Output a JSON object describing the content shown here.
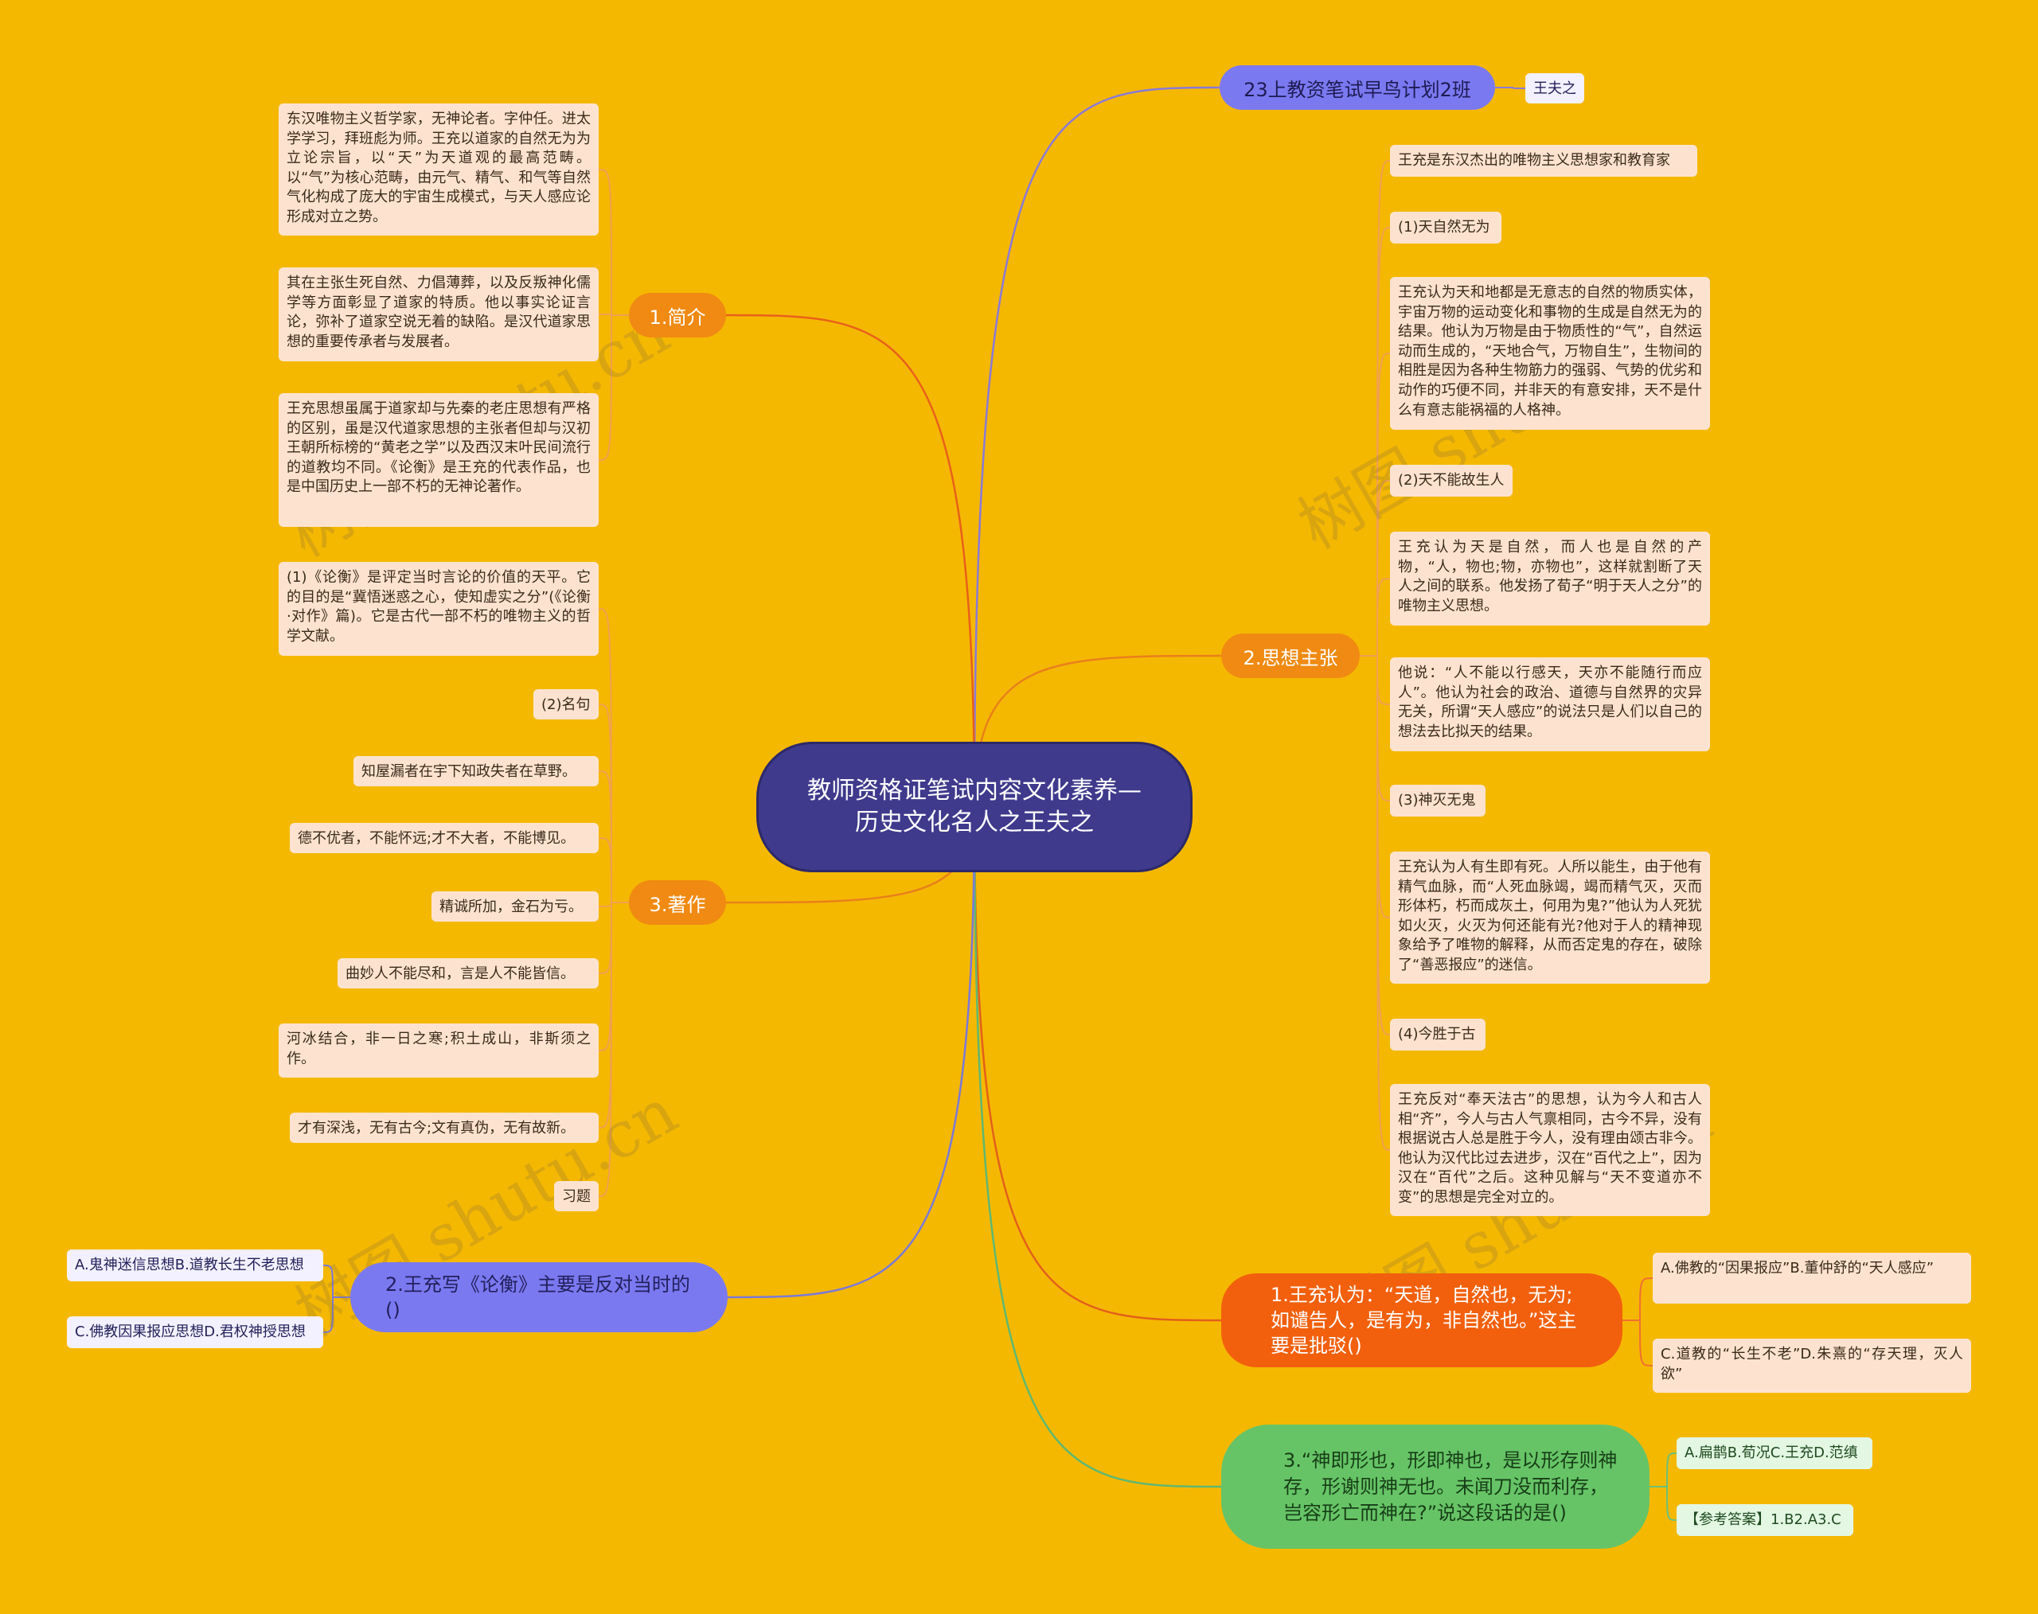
{
  "watermark": "树图 shutu.cn",
  "center": "教师资格证笔试内容文化素养—历史文化名人之王夫之",
  "top": {
    "label": "23上教资笔试早鸟计划2班",
    "tag": "王夫之"
  },
  "intro": {
    "label": "1.简介",
    "items": [
      "东汉唯物主义哲学家，无神论者。字仲任。进太学学习，拜班彪为师。王充以道家的自然无为为立论宗旨，以“天”为天道观的最高范畴。以“气”为核心范畴，由元气、精气、和气等自然气化构成了庞大的宇宙生成模式，与天人感应论形成对立之势。",
      "其在主张生死自然、力倡薄葬，以及反叛神化儒学等方面彰显了道家的特质。他以事实论证言论，弥补了道家空说无着的缺陷。是汉代道家思想的重要传承者与发展者。",
      "王充思想虽属于道家却与先秦的老庄思想有严格的区别，虽是汉代道家思想的主张者但却与汉初王朝所标榜的“黄老之学”以及西汉末叶民间流行的道教均不同。《论衡》是王充的代表作品，也是中国历史上一部不朽的无神论著作。"
    ]
  },
  "works": {
    "label": "3.著作",
    "items": [
      "(1)《论衡》是评定当时言论的价值的天平。它的目的是“冀悟迷惑之心，使知虚实之分”(《论衡·对作》篇)。它是古代一部不朽的唯物主义的哲学文献。",
      "(2)名句",
      "知屋漏者在宇下知政失者在草野。",
      "德不优者，不能怀远;才不大者，不能博见。",
      "精诚所加，金石为亏。",
      "曲妙人不能尽和，言是人不能皆信。",
      "河冰结合，非一日之寒;积土成山，非斯须之作。",
      "才有深浅，无有古今;文有真伪，无有故新。",
      "习题"
    ]
  },
  "thought": {
    "label": "2.思想主张",
    "items": [
      "王充是东汉杰出的唯物主义思想家和教育家",
      "(1)天自然无为",
      "王充认为天和地都是无意志的自然的物质实体，宇宙万物的运动变化和事物的生成是自然无为的结果。他认为万物是由于物质性的“气”，自然运动而生成的，“天地合气，万物自生”，生物间的相胜是因为各种生物筋力的强弱、气势的优劣和动作的巧便不同，并非天的有意安排，天不是什么有意志能祸福的人格神。",
      "(2)天不能故生人",
      "王充认为天是自然，而人也是自然的产物，“人，物也;物，亦物也”，这样就割断了天人之间的联系。他发扬了荀子“明于天人之分”的唯物主义思想。",
      "他说：“人不能以行感天，天亦不能随行而应人”。他认为社会的政治、道德与自然界的灾异无关，所谓“天人感应”的说法只是人们以自己的想法去比拟天的结果。",
      "(3)神灭无鬼",
      "王充认为人有生即有死。人所以能生，由于他有精气血脉，而“人死血脉竭，竭而精气灭，灭而形体朽，朽而成灰土，何用为鬼?”他认为人死犹如火灭，火灭为何还能有光?他对于人的精神现象给予了唯物的解释，从而否定鬼的存在，破除了“善恶报应”的迷信。",
      "(4)今胜于古",
      "王充反对“奉天法古”的思想，认为今人和古人相“齐”，今人与古人气禀相同，古今不异，没有根据说古人总是胜于今人，没有理由颂古非今。他认为汉代比过去进步，汉在“百代之上”，因为汉在“百代”之后。这种见解与“天不变道亦不变”的思想是完全对立的。"
    ]
  },
  "q1": {
    "text": "1.王充认为：“天道，自然也，无为;如谴告人，是有为，非自然也。”这主要是批驳()",
    "options": [
      "A.佛教的“因果报应”B.董仲舒的“天人感应”",
      "C.道教的“长生不老”D.朱熹的“存天理，灭人欲”"
    ]
  },
  "q2": {
    "text": "2.王充写《论衡》主要是反对当时的()",
    "options": [
      "A.鬼神迷信思想B.道教长生不老思想",
      "C.佛教因果报应思想D.君权神授思想"
    ]
  },
  "q3": {
    "text": "3.“神即形也，形即神也，是以形存则神存，形谢则神无也。未闻刀没而利存，岂容形亡而神在?”说这段话的是()",
    "options": [
      "A.扁鹊B.荀况C.王充D.范缜",
      "【参考答案】1.B2.A3.C"
    ]
  },
  "colors": {
    "background": "#f5b800",
    "center": "#3f3a8c",
    "orange": "#f08a12",
    "red": "#f2600d",
    "purple": "#7b79f0",
    "green": "#66c466"
  }
}
